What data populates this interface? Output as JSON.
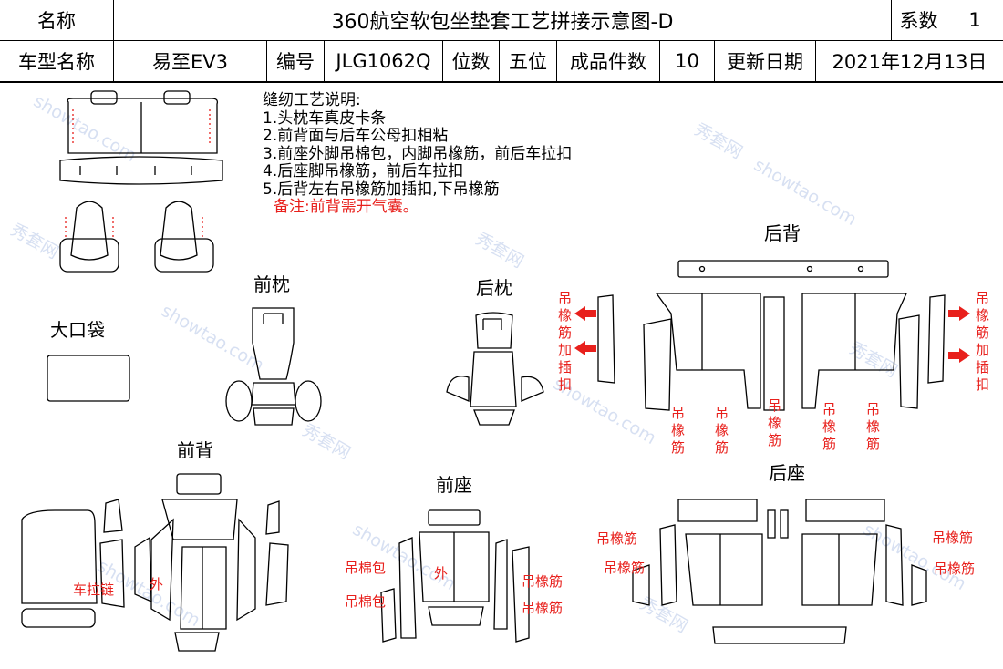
{
  "header": {
    "name_label": "名称",
    "title": "360航空软包坐垫套工艺拼接示意图-D",
    "coef_label": "系数",
    "coef_value": "1",
    "model_label": "车型名称",
    "model_value": "易至EV3",
    "code_label": "编号",
    "code_value": "JLG1062Q",
    "position_label": "位数",
    "position_value": "五位",
    "pieces_label": "成品件数",
    "pieces_value": "10",
    "date_label": "更新日期",
    "date_value": "2021年12月13日"
  },
  "notes": {
    "heading": "缝纫工艺说明:",
    "items": [
      "1.头枕车真皮卡条",
      "2.前背面与后车公母扣相粘",
      "3.前座外脚吊棉包，内脚吊橡筋，前后车拉扣",
      "4.后座脚吊橡筋，前后车拉扣",
      "5.后背左右吊橡筋加插扣,下吊橡筋"
    ],
    "remark": "备注:前背需开气囊。"
  },
  "sections": {
    "front_headrest": "前枕",
    "rear_headrest": "后枕",
    "rear_back": "后背",
    "big_pocket": "大口袋",
    "front_back": "前背",
    "front_seat": "前座",
    "rear_seat": "后座"
  },
  "annotations": {
    "hang_elastic_insert": "吊橡筋加插扣",
    "hang_elastic": "吊橡筋",
    "zipper": "车拉链",
    "outer": "外",
    "hang_cotton": "吊棉包"
  },
  "watermark": {
    "site": "showtao.com",
    "brand": "秀套网"
  },
  "colors": {
    "annotation": "#e8201c",
    "lines": "#000000",
    "watermark": "#b8c8e8"
  }
}
